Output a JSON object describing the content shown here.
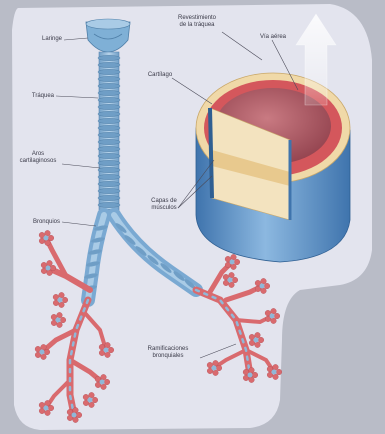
{
  "labels": {
    "laringe": "Laringe",
    "traquea": "Tráquea",
    "aros_line1": "Aros",
    "aros_line2": "cartilaginosos",
    "bronquios": "Bronquios",
    "revestimiento_line1": "Revestimiento",
    "revestimiento_line2": "de la tráquea",
    "via_aerea": "Vía aérea",
    "cartilago": "Cartílago",
    "capas_line1": "Capas de",
    "capas_line2": "músculos",
    "ramificaciones_line1": "Ramificaciones",
    "ramificaciones_line2": "bronquiales"
  },
  "colors": {
    "background": "#b9bcc7",
    "card": "#e3e4ee",
    "airway_blue": "#8fb8d8",
    "ring_blue": "#6f9ec6",
    "branch_red": "#d96a6e",
    "lining_pink": "#d4575c",
    "cartilage_cream": "#f0d9a8",
    "cylinder_blue": "#5c8fc4"
  }
}
